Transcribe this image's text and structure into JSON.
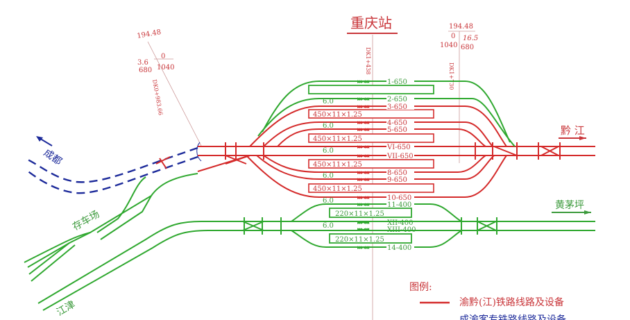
{
  "station_title": "重庆站",
  "colors": {
    "yuqian": "#d42a2a",
    "chengyu": "#1c2a9a",
    "other": "#2fa82f"
  },
  "left_point": {
    "elevation": "194.48",
    "grade_left": "3.6",
    "length_left": "680",
    "grade_right": "0",
    "length_right": "1040",
    "mileage": "DK0+983.66"
  },
  "center_mileage": "DK1+438",
  "right_point": {
    "elevation": "194.48",
    "grade_left": "0",
    "length_left": "1040",
    "grade_right": "16.5",
    "length_right": "680",
    "mileage": "DK1+730"
  },
  "directions": {
    "qianjiang": "黔 江",
    "huangmaoping": "黄茅坪",
    "chengdu": "成都",
    "cunchechang": "存车场",
    "jiangjin": "江津"
  },
  "tracks": [
    "1-650",
    "2-650",
    "3-650",
    "4-650",
    "5-650",
    "VI-650",
    "VII-650",
    "8-650",
    "9-650",
    "10-650",
    "11-400",
    "XII-400",
    "XIII-400",
    "14-400"
  ],
  "platforms": [
    "450×11×1.25",
    "450×11×1.25",
    "450×11×1.25",
    "450×11×1.25",
    "220×11×1.25",
    "220×11×1.25"
  ],
  "spacings": [
    "6.0",
    "6.0",
    "6.0",
    "6.0",
    "6.0",
    "6.0"
  ],
  "legend": {
    "title": "图例:",
    "items": [
      "渝黔(江)铁路线路及设备",
      "成渝客专铁路线路及设备"
    ]
  }
}
